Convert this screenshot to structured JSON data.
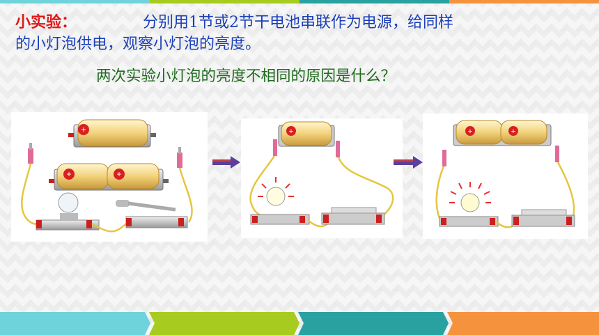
{
  "colors": {
    "bar": [
      "#6fd3dc",
      "#a7cc1f",
      "#2aa1a1",
      "#f5923e"
    ],
    "label_red": "#e01818",
    "text_blue": "#1a3fb8",
    "question_green": "#1f6b1f",
    "arrow": "#5a3f9c",
    "wire": "#e5c640",
    "battery": "#f0d27a",
    "socket": "#cc2020"
  },
  "experiment": {
    "label": "小实验：",
    "line1": "分别用1节或2节干电池串联作为电源，给同样",
    "line2": "的小灯泡供电，观察小灯泡的亮度。"
  },
  "question": "两次实验小灯泡的亮度不相同的原因是什么？",
  "panels": [
    {
      "name": "components",
      "plus": "+"
    },
    {
      "name": "one-battery-circuit",
      "plus": "+"
    },
    {
      "name": "two-battery-circuit",
      "plus": "+"
    }
  ],
  "icons": [
    "battery-icon",
    "bulb-icon",
    "switch-icon",
    "arrow-icon",
    "clip-icon"
  ]
}
